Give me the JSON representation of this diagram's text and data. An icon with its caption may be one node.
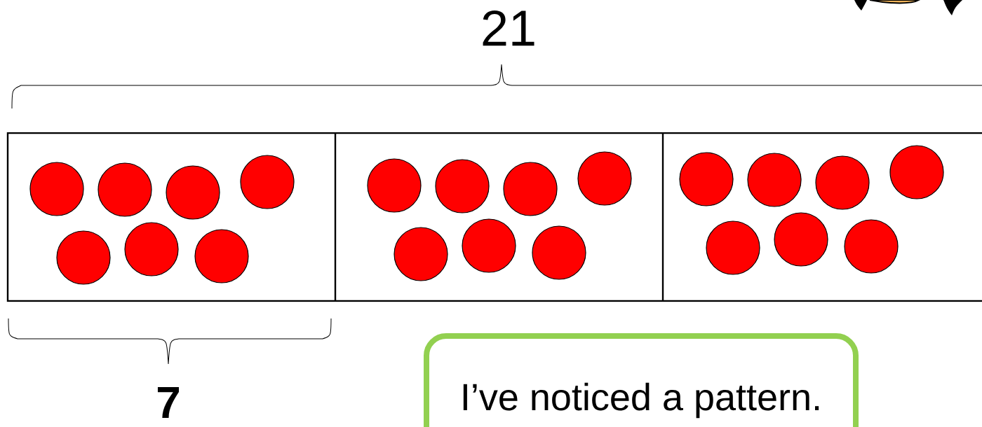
{
  "diagram": {
    "nodes": [
      {
        "text": [
          "I’ve noticed a pattern."
        ]
      }
    ],
    "edges": [],
    "labels": [
      "21",
      "7"
    ]
  }
}
